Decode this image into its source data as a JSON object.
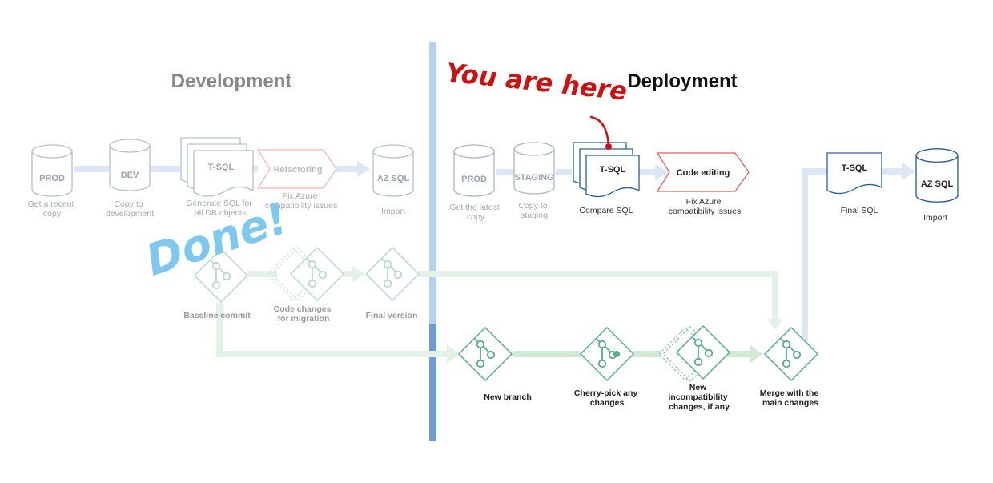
{
  "sections": {
    "development": "Development",
    "deployment": "Deployment"
  },
  "annotations": {
    "you_are_here": "You are here",
    "done": "Done!"
  },
  "development": {
    "prod": {
      "label": "PROD",
      "caption": [
        "Get a recent",
        "copy"
      ]
    },
    "dev": {
      "label": "DEV",
      "caption": [
        "Copy to",
        "development"
      ]
    },
    "tsql": {
      "label": "T-SQL",
      "caption": [
        "Generate SQL for",
        "all DB objects"
      ]
    },
    "refactoring": {
      "label": "Refactoring",
      "caption": [
        "Fix Azure",
        "compatibility issues"
      ]
    },
    "azsql": {
      "label": "AZ SQL",
      "caption": [
        "Import"
      ]
    },
    "baseline": {
      "caption": [
        "Baseline commit"
      ]
    },
    "code_changes": {
      "caption": [
        "Code changes",
        "for migration"
      ]
    },
    "final_version": {
      "caption": [
        "Final version"
      ]
    }
  },
  "deployment": {
    "prod": {
      "label": "PROD",
      "caption": [
        "Get the latest",
        "copy"
      ]
    },
    "staging": {
      "label": "STAGING",
      "caption": [
        "Copy to",
        "staging"
      ]
    },
    "tsql": {
      "label": "T-SQL",
      "caption": [
        "Compare SQL"
      ]
    },
    "code_editing": {
      "label": "Code editing",
      "caption": [
        "Fix Azure",
        "compatibility issues"
      ]
    },
    "final_tsql": {
      "label": "T-SQL",
      "caption": [
        "Final SQL"
      ]
    },
    "azsql": {
      "label": "AZ SQL",
      "caption": [
        "Import"
      ]
    },
    "new_branch": {
      "caption": [
        "New branch"
      ]
    },
    "cherry_pick": {
      "caption": [
        "Cherry-pick any",
        "changes"
      ]
    },
    "new_incompat": {
      "caption": [
        "New",
        "incompatibility",
        "changes, if any"
      ]
    },
    "merge": {
      "caption": [
        "Merge with the",
        "main changes"
      ]
    }
  },
  "colors": {
    "faded_text": "#aaaaaa",
    "faded_box": "#aab6c6",
    "active_box": "#2b5f96",
    "flow_light": "#dde6f7",
    "git_green": "#5aab8a",
    "git_faded": "#b8dbcb",
    "git_path": "#d3e9d6",
    "refactor_stroke": "#f0b8b8",
    "edit_stroke": "#e06060",
    "red_note": "#cc1111",
    "done_blue": "#7ec8ee",
    "divider_top": "#b9d0ef",
    "divider_bottom": "#6e9cd6"
  }
}
